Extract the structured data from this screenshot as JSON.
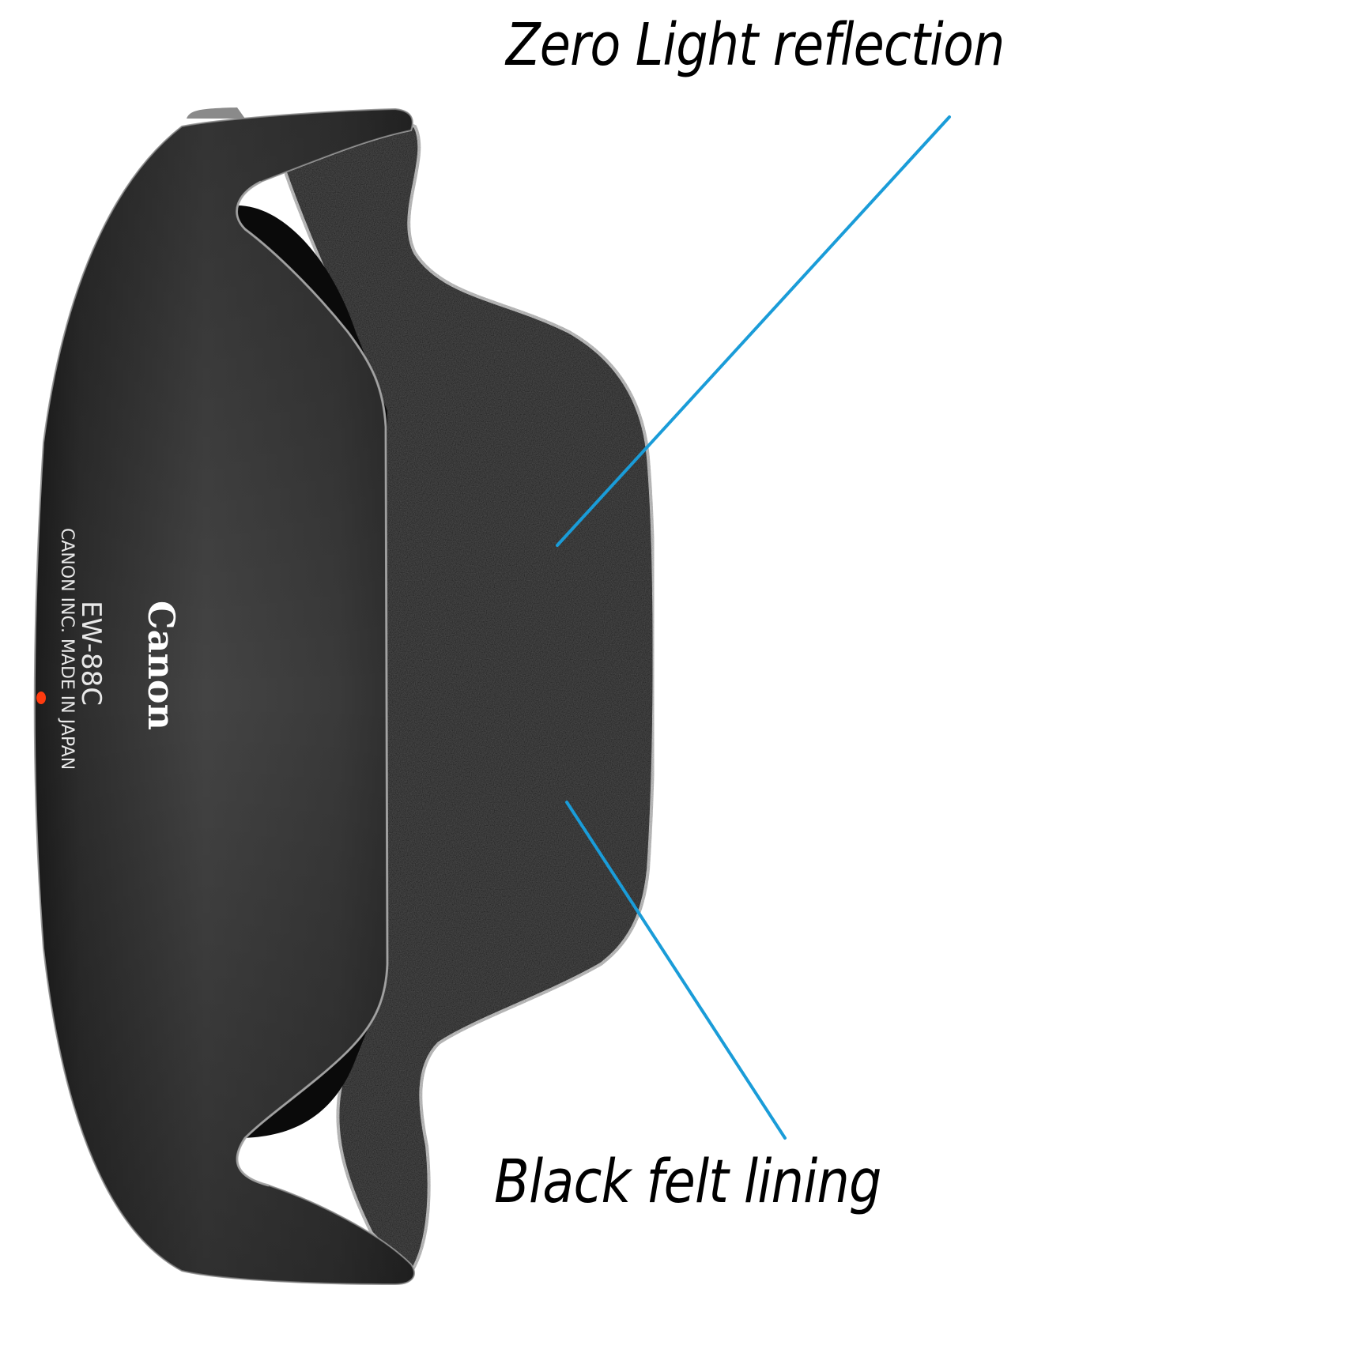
{
  "image": {
    "subject": "Canon EW-88C lens hood with black felt lining",
    "background_color": "#ffffff"
  },
  "callouts": [
    {
      "label": "Zero Light reflection",
      "line_color": "#1a9cd8",
      "line_start": [
        1201,
        148
      ],
      "line_end": [
        705,
        690
      ]
    },
    {
      "label": "Black felt lining",
      "line_color": "#1a9cd8",
      "line_start": [
        717,
        1015
      ],
      "line_end": [
        993,
        1440
      ]
    }
  ],
  "hood_markings": {
    "brand": "Canon",
    "model": "EW-88C",
    "manufacturer_line": "CANON INC. MADE IN JAPAN",
    "index_dot_color": "#ff3b0f"
  },
  "colors": {
    "hood_body": "#3a3a3a",
    "felt": "#141414",
    "rim_highlight": "#bdbdbd",
    "accent_line": "#1a9cd8"
  }
}
